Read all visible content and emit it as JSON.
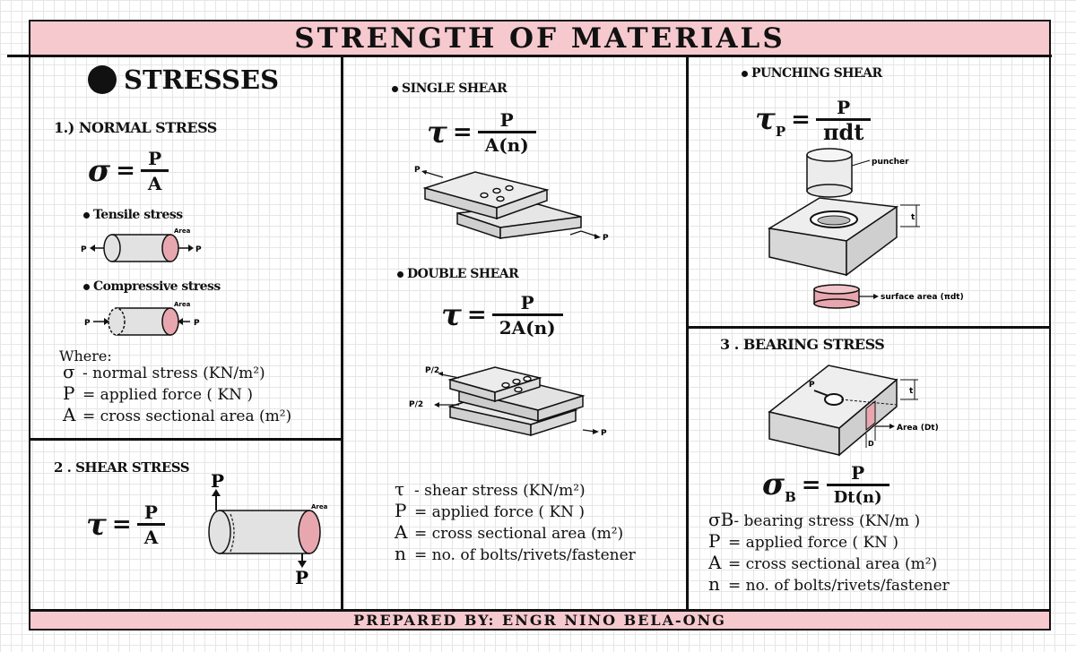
{
  "title": "STRENGTH OF MATERIALS",
  "footer": "PREPARED BY:  ENGR  NINO BELA-ONG",
  "stresses": {
    "heading": "STRESSES",
    "normal": {
      "heading": "1.) NORMAL STRESS",
      "symbol": "σ",
      "eq": "=",
      "num": "P",
      "den": "A",
      "tensile": "Tensile stress",
      "compressive": "Compressive stress",
      "p": "P",
      "area": "Area",
      "where": "Where:",
      "legend": [
        {
          "sym": "σ",
          "desc": "- normal stress   (KN/m²)"
        },
        {
          "sym": "P",
          "desc": "= applied force   ( KN )"
        },
        {
          "sym": "A",
          "desc": "= cross sectional area (m²)"
        }
      ]
    },
    "shear": {
      "heading": "2 .  SHEAR STRESS",
      "symbol": "τ",
      "eq": "=",
      "num": "P",
      "den": "A",
      "p_top": "P",
      "p_bottom": "P",
      "area": "Area"
    }
  },
  "single_shear": {
    "heading": "SINGLE SHEAR",
    "symbol": "τ",
    "eq": "=",
    "num": "P",
    "den": "A(n)",
    "p_left": "P",
    "p_right": "P"
  },
  "double_shear": {
    "heading": "DOUBLE SHEAR",
    "symbol": "τ",
    "eq": "=",
    "num": "P",
    "den": "2A(n)",
    "p_half_top": "P/2",
    "p_half_bottom": "P/2",
    "p_right": "P",
    "legend": [
      {
        "sym": "τ",
        "desc": "-  shear stress   (KN/m²)"
      },
      {
        "sym": "P",
        "desc": "=  applied force  ( KN )"
      },
      {
        "sym": "A",
        "desc": "=  cross sectional area (m²)"
      },
      {
        "sym": "n",
        "desc": "=  no. of  bolts/rivets/fastener"
      }
    ]
  },
  "punching_shear": {
    "heading": "PUNCHING SHEAR",
    "symbol": "τ",
    "sub": "P",
    "eq": "=",
    "num": "P",
    "den": "πdt",
    "puncher": "puncher",
    "t": "t",
    "surface": "surface area (πdt)"
  },
  "bearing": {
    "heading": "3 . BEARING STRESS",
    "symbol": "σ",
    "sub": "B",
    "eq": "=",
    "num": "P",
    "den": "Dt(n)",
    "p": "P",
    "t": "t",
    "area": "Area (Dt)",
    "d": "D",
    "legend": [
      {
        "sym": "σB",
        "desc": "- bearing stress (KN/m )"
      },
      {
        "sym": "P",
        "desc": "=  applied force  ( KN )"
      },
      {
        "sym": "A",
        "desc": "= cross sectional area (m²)"
      },
      {
        "sym": "n",
        "desc": "=  no. of  bolts/rivets/fastener"
      }
    ]
  },
  "colors": {
    "band": "#f6c9cf",
    "rod": "#e2e2e2",
    "rod_end": "#e8a7ae"
  }
}
